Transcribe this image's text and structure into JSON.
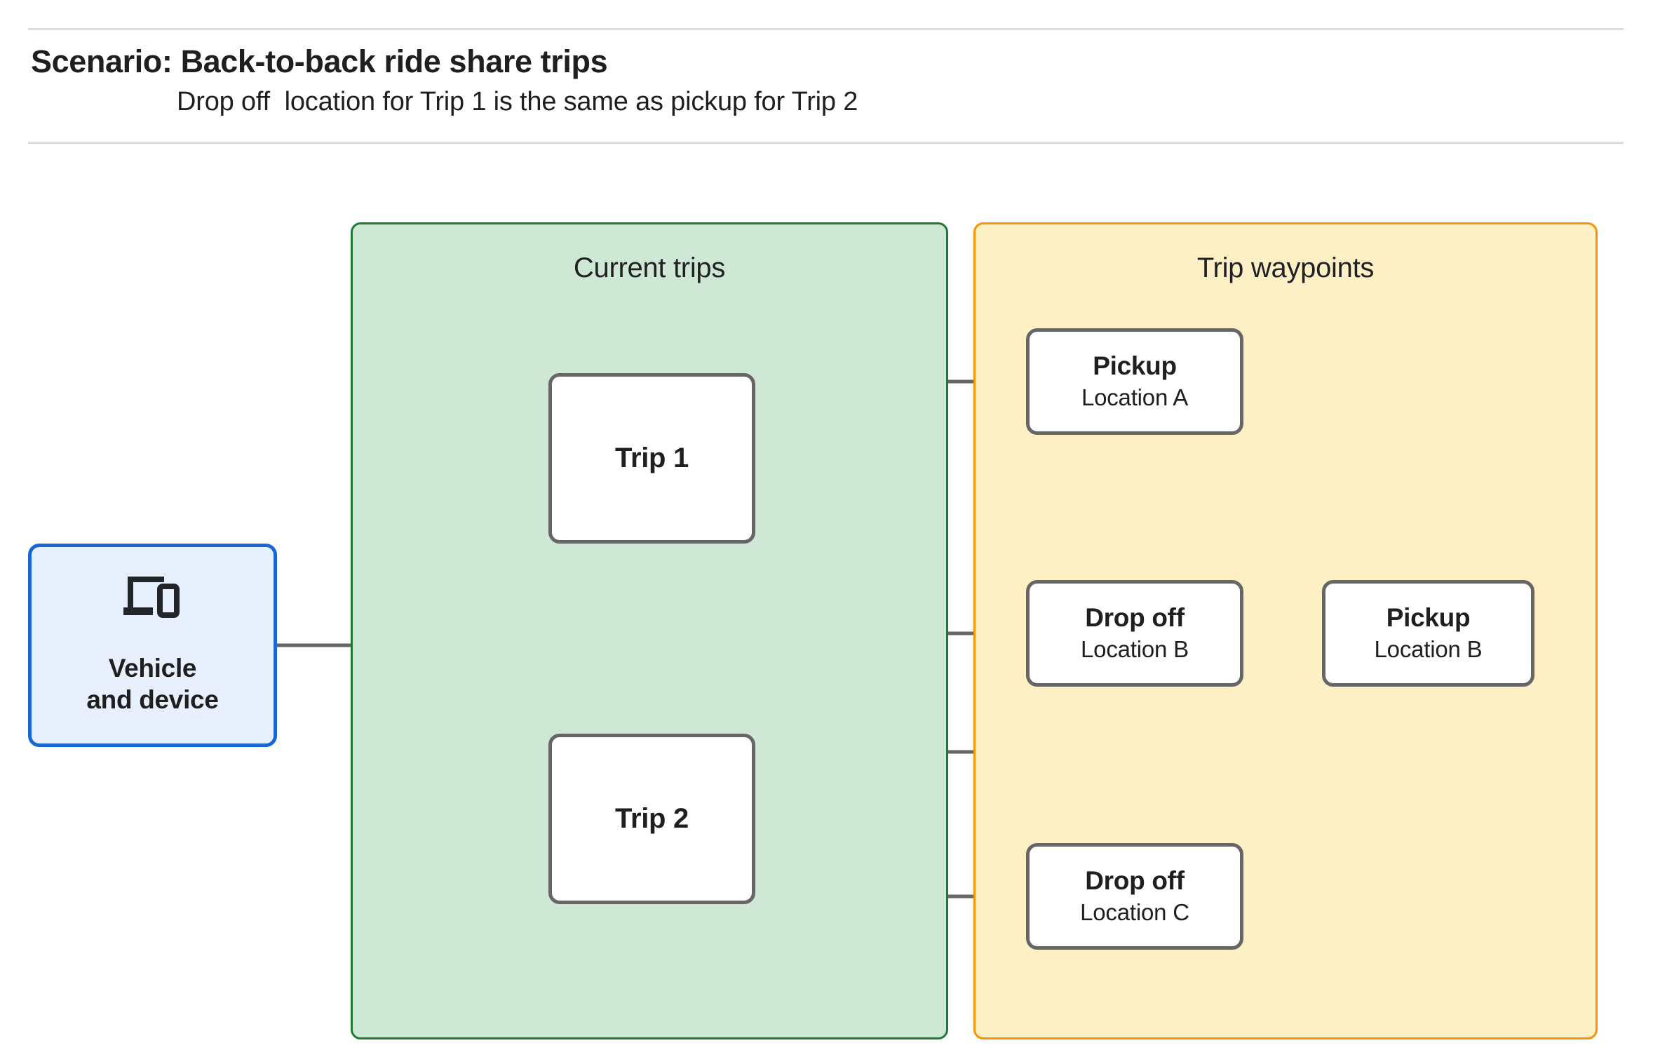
{
  "header": {
    "title": "Scenario: Back-to-back ride share trips",
    "subtitle": "Drop off  location for Trip 1 is the same as pickup for Trip 2"
  },
  "groups": {
    "current_trips": {
      "title": "Current trips",
      "fill": "#cfe7d5",
      "border": "#1e7b34"
    },
    "trip_waypoints": {
      "title": "Trip waypoints",
      "fill": "#fdf0c4",
      "border": "#f5930b"
    }
  },
  "vehicle": {
    "label": "Vehicle\nand device",
    "icon": "devices-icon",
    "fill": "#e8f0fe",
    "border": "#1967d2"
  },
  "trips": [
    {
      "label": "Trip 1"
    },
    {
      "label": "Trip 2"
    }
  ],
  "waypoints": [
    {
      "title": "Pickup",
      "location": "Location A"
    },
    {
      "title": "Drop off",
      "location": "Location B"
    },
    {
      "title": "Pickup",
      "location": "Location B"
    },
    {
      "title": "Drop off",
      "location": "Location C"
    }
  ],
  "edge_color": "#666666"
}
